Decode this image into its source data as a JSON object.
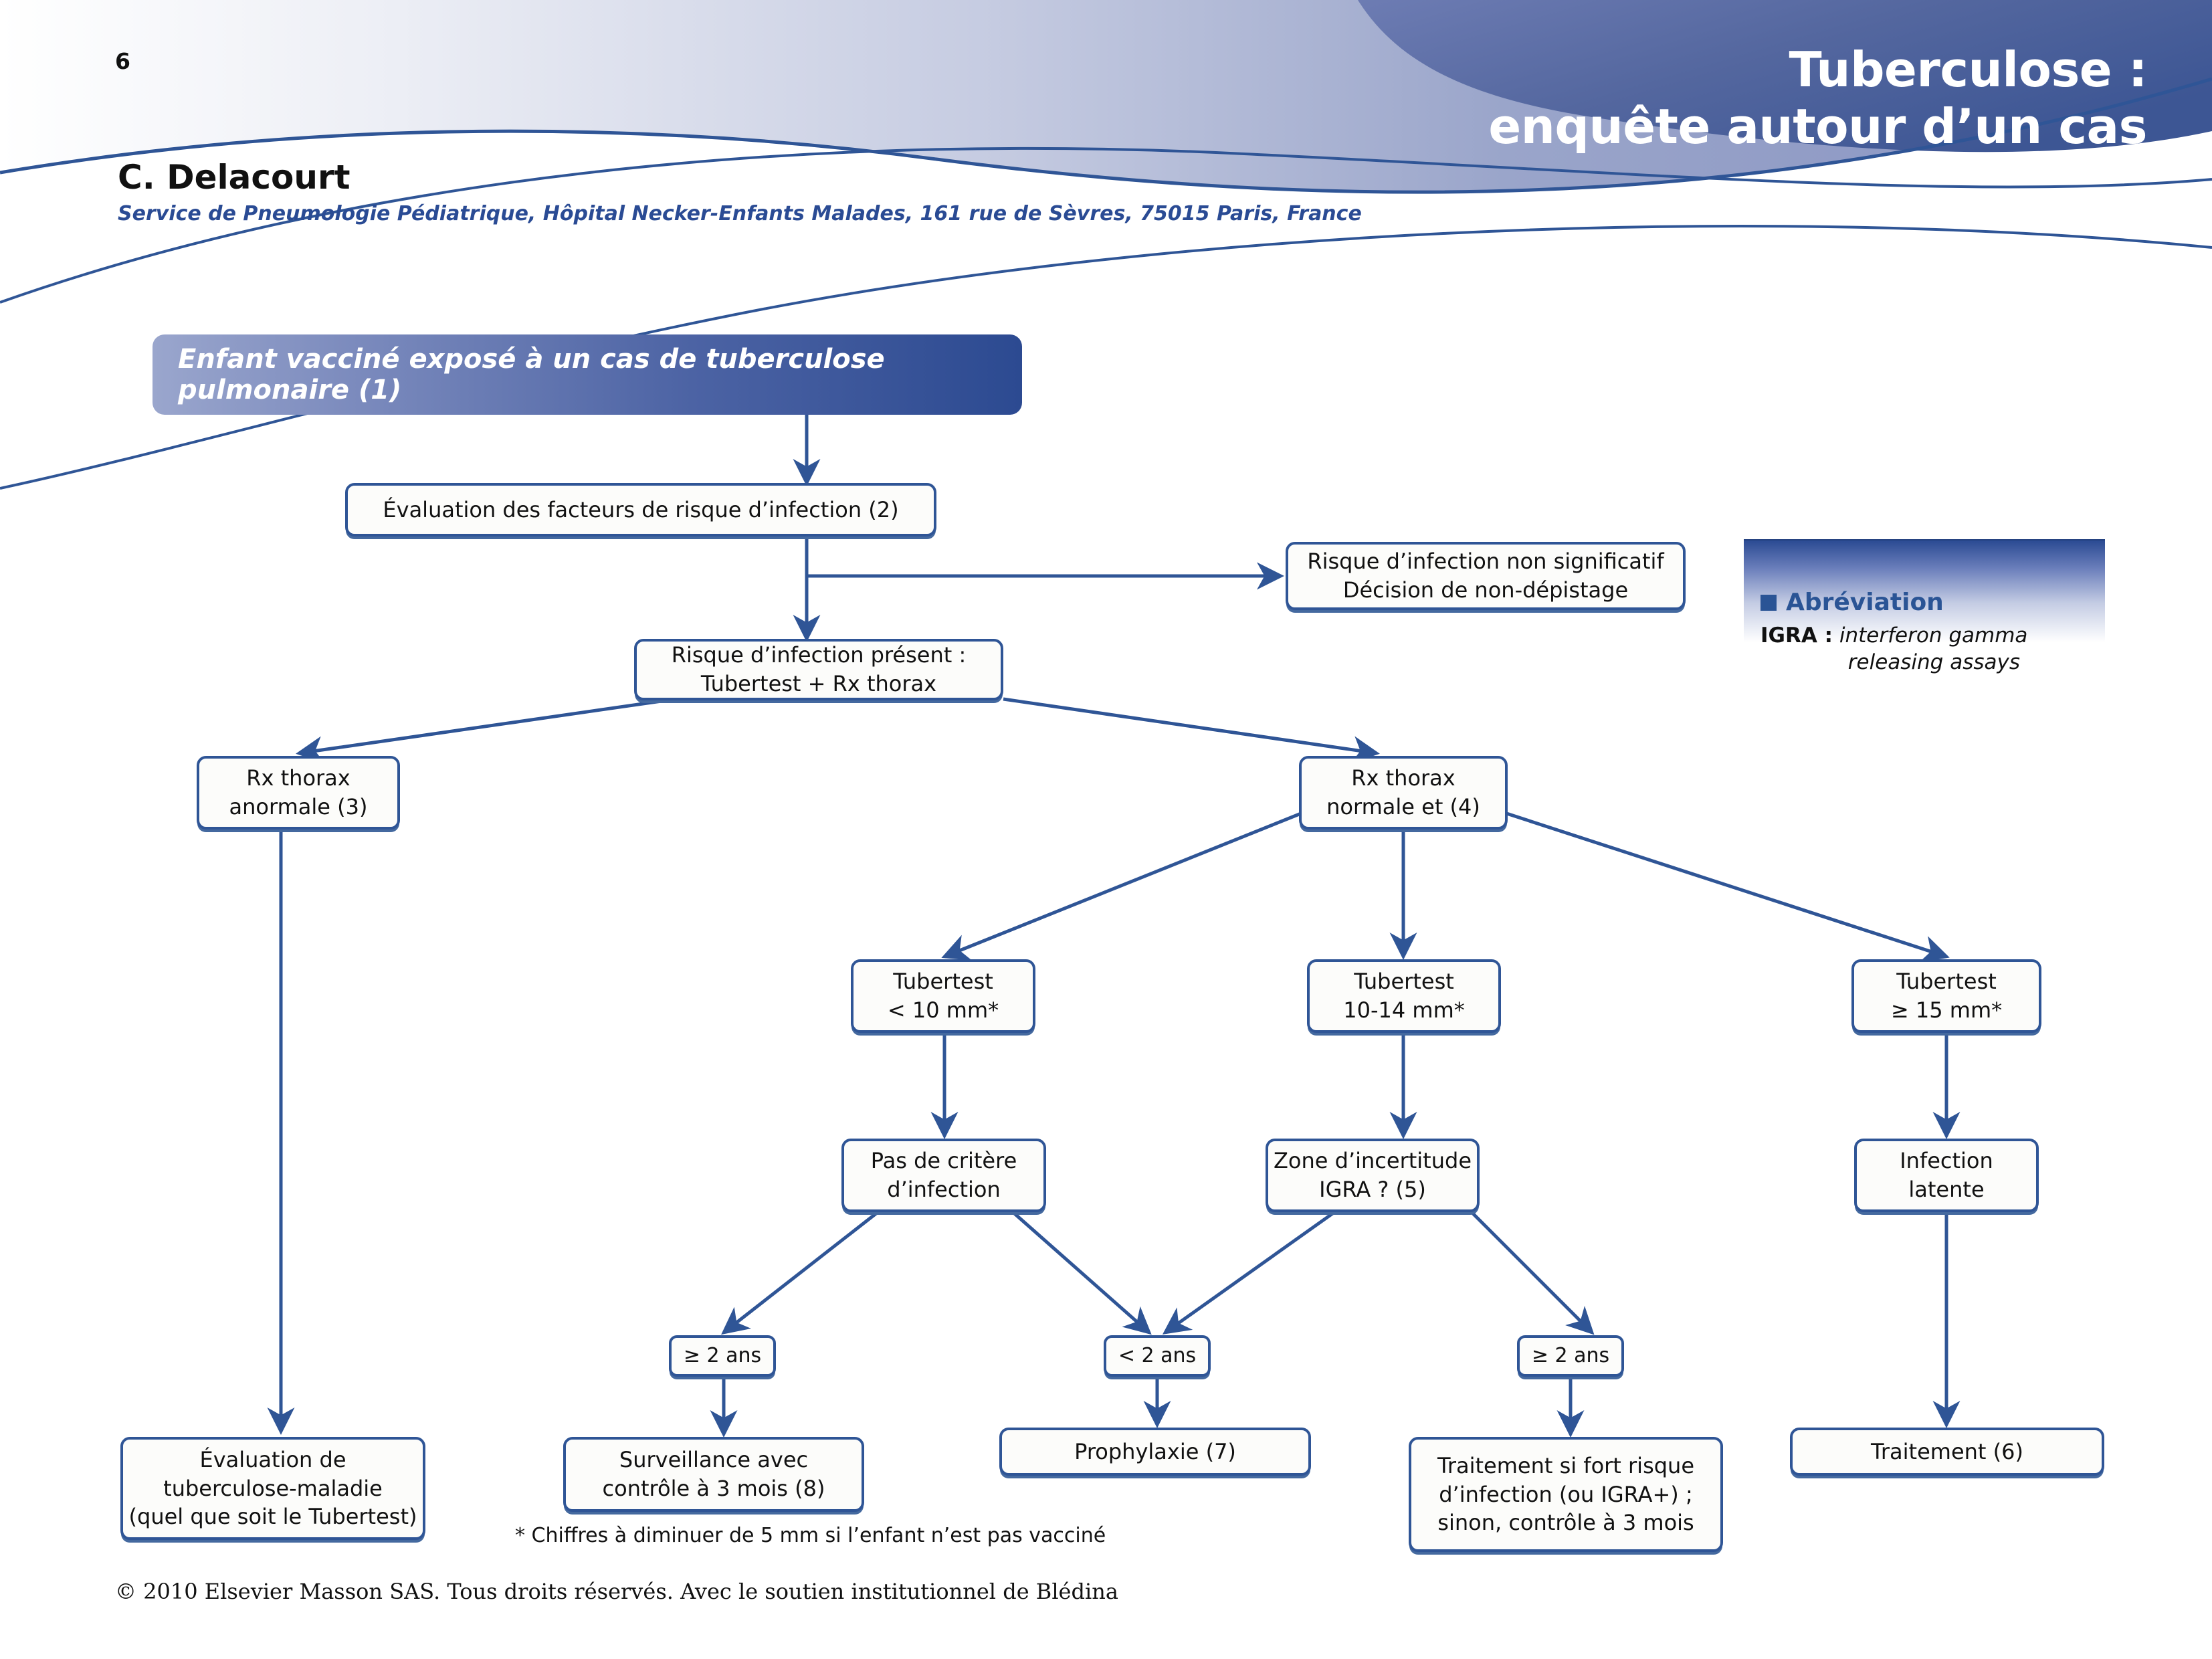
{
  "header": {
    "page_number": "6",
    "title_line1": "Tuberculose :",
    "title_line2": "enquête autour d’un cas",
    "author": "C. Delacourt",
    "affiliation": "Service de Pneumologie Pédiatrique, Hôpital Necker-Enfants Malades, 161 rue de Sèvres, 75015 Paris, France",
    "accent_color": "#2f5596",
    "banner_light": "#b9c0da",
    "banner_dark": "#2c4a91"
  },
  "legend": {
    "title": "Abréviation",
    "marker": "square-bullet-icon",
    "entry_key": "IGRA :",
    "entry_value_line1": "interferon gamma",
    "entry_value_line2": "releasing assays"
  },
  "flow": {
    "root": "Enfant vacciné exposé à un cas de tuberculose pulmonaire (1)",
    "nodes": [
      {
        "id": "eval-risque",
        "text": "Évaluation des facteurs de risque d’infection (2)"
      },
      {
        "id": "risque-non-signif",
        "line1": "Risque d’infection non significatif",
        "line2": "Décision de non-dépistage"
      },
      {
        "id": "risque-present",
        "line1": "Risque d’infection présent :",
        "line2": "Tubertest + Rx thorax"
      },
      {
        "id": "rx-anormale",
        "line1": "Rx thorax",
        "line2": "anormale (3)"
      },
      {
        "id": "rx-normale",
        "line1": "Rx thorax",
        "line2": "normale et (4)"
      },
      {
        "id": "tubertest-lt10",
        "line1": "Tubertest",
        "line2": "< 10 mm*"
      },
      {
        "id": "tubertest-10-14",
        "line1": "Tubertest",
        "line2": "10-14 mm*"
      },
      {
        "id": "tubertest-ge15",
        "line1": "Tubertest",
        "line2": "≥ 15 mm*"
      },
      {
        "id": "pas-de-critere",
        "line1": "Pas de critère",
        "line2": "d’infection"
      },
      {
        "id": "zone-incertitude",
        "line1": "Zone d’incertitude",
        "line2": "IGRA ? (5)"
      },
      {
        "id": "infection-latente",
        "line1": "Infection",
        "line2": "latente"
      },
      {
        "id": "age-ge2-left",
        "text": "≥ 2 ans"
      },
      {
        "id": "age-lt2",
        "text": "< 2 ans"
      },
      {
        "id": "age-ge2-right",
        "text": "≥ 2 ans"
      },
      {
        "id": "eval-tb-maladie",
        "line1": "Évaluation de",
        "line2": "tuberculose-maladie",
        "line3": "(quel que soit le Tubertest)"
      },
      {
        "id": "surveillance",
        "line1": "Surveillance avec",
        "line2": "contrôle à 3 mois (8)"
      },
      {
        "id": "prophylaxie",
        "text": "Prophylaxie (7)"
      },
      {
        "id": "traitement-fort-risque",
        "line1": "Traitement si fort risque",
        "line2": "d’infection (ou IGRA+) ;",
        "line3": "sinon, contrôle à 3 mois"
      },
      {
        "id": "traitement",
        "text": "Traitement (6)"
      }
    ]
  },
  "footnote": "* Chiffres à diminuer de 5 mm si l’enfant n’est pas vacciné",
  "copyright": "© 2010 Elsevier Masson SAS. Tous droits réservés. Avec le soutien institutionnel de Blédina"
}
